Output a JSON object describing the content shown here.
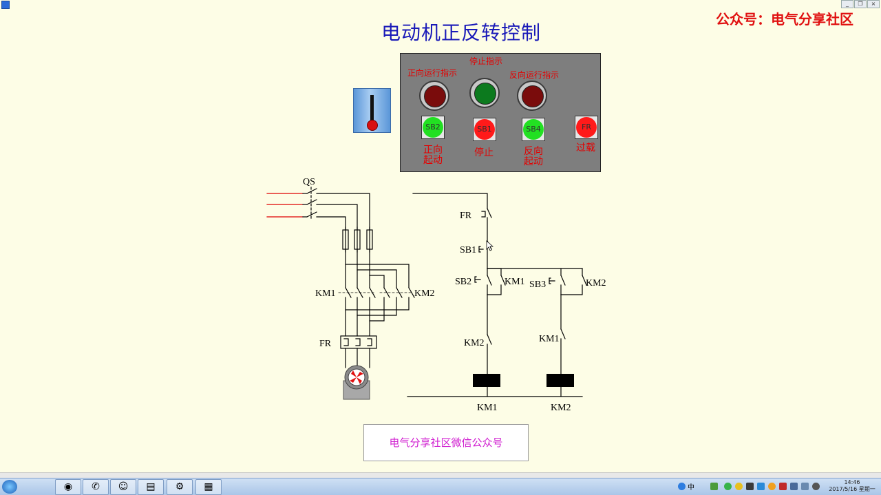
{
  "window": {
    "min_label": "_",
    "restore_label": "❐",
    "close_label": "×"
  },
  "title": "电动机正反转控制",
  "wechat": "公众号：电气分享社区",
  "panel": {
    "lamps": [
      {
        "label": "正向运行指示",
        "color": "#7a0c0c"
      },
      {
        "label": "停止指示",
        "color": "#0c7a1e"
      },
      {
        "label": "反向运行指示",
        "color": "#7a0c0c"
      }
    ],
    "buttons": [
      {
        "code": "SB2",
        "label": "正向\n起动",
        "color": "#22e022"
      },
      {
        "code": "SB1",
        "label": "停止",
        "color": "#ff1a1a"
      },
      {
        "code": "SB4",
        "label": "反向\n起动",
        "color": "#22e022"
      },
      {
        "code": "FR",
        "label": "过载",
        "color": "#ff1a1a"
      }
    ]
  },
  "schematic": {
    "main": {
      "qs": "QS",
      "km1": "KM1",
      "km2": "KM2",
      "fr": "FR"
    },
    "control": {
      "fr": "FR",
      "sb1": "SB1",
      "sb2": "SB2",
      "sb3": "SB3",
      "km1_hold": "KM1",
      "km2_hold": "KM2",
      "km2_interlock": "KM2",
      "km1_interlock": "KM1",
      "coil1": "KM1",
      "coil2": "KM2"
    }
  },
  "footer": "电气分享社区微信公众号",
  "taskbar": {
    "apps": [
      "◉",
      "✆",
      "☺",
      "▤",
      "⚙",
      "▦"
    ],
    "ime": "中",
    "time": "14:46",
    "date": "2017/5/16 星期一"
  }
}
